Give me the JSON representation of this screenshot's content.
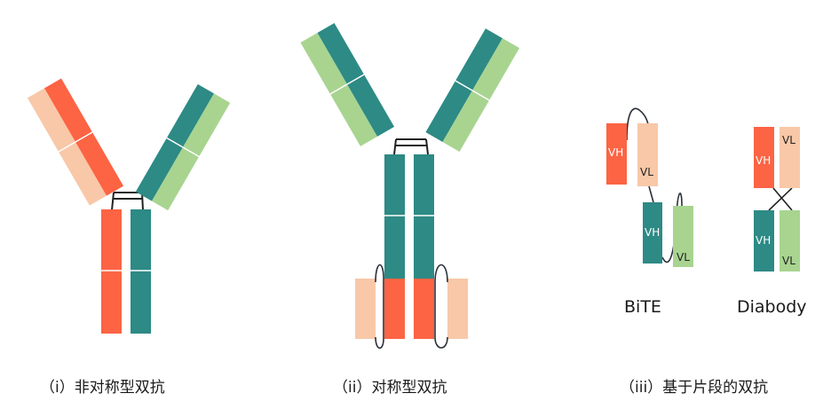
{
  "colors": {
    "orange": "#fc6444",
    "peach": "#f8c8a8",
    "teal": "#2d8a85",
    "green": "#a8d490",
    "line": "#222222",
    "sep": "#ffffff"
  },
  "panels": {
    "asymmetric": {
      "caption": "（i）非对称型双抗"
    },
    "symmetric": {
      "caption": "（ii）对称型双抗"
    },
    "fragment": {
      "caption": "（iii）基于片段的双抗",
      "bite": {
        "name": "BiTE",
        "labels": [
          "VH",
          "VL",
          "VH",
          "VL"
        ]
      },
      "diabody": {
        "name": "Diabody",
        "labels": [
          "VH",
          "VL",
          "VH",
          "VL"
        ]
      }
    }
  }
}
